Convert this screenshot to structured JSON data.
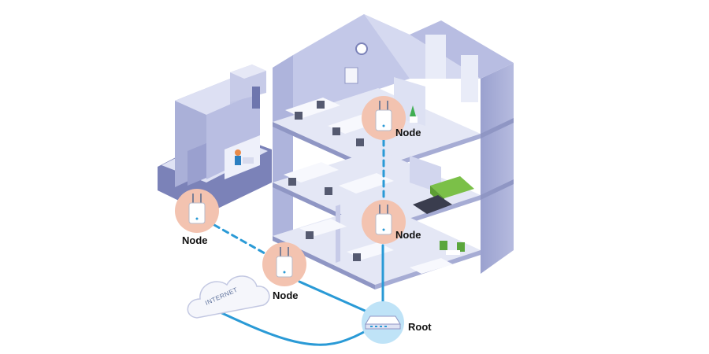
{
  "diagram": {
    "cloud_label": "INTERNET",
    "nodes": [
      {
        "id": "node-top-floor",
        "label": "Node"
      },
      {
        "id": "node-middle-floor",
        "label": "Node"
      },
      {
        "id": "node-annex",
        "label": "Node"
      },
      {
        "id": "node-ground",
        "label": "Node"
      },
      {
        "id": "root-router",
        "label": "Root"
      }
    ],
    "links": [
      {
        "from": "cloud",
        "to": "root-router",
        "type": "wired"
      },
      {
        "from": "root-router",
        "to": "node-ground",
        "type": "wired"
      },
      {
        "from": "root-router",
        "to": "node-middle-floor",
        "type": "wired"
      },
      {
        "from": "node-middle-floor",
        "to": "node-top-floor",
        "type": "wireless"
      },
      {
        "from": "node-ground",
        "to": "node-annex",
        "type": "wireless"
      }
    ],
    "colors": {
      "link": "#2a9ad6",
      "node_badge": "#f3c3b0",
      "root_badge": "#bfe3f7",
      "building": "#c9cde6",
      "building_dark": "#8f96c4"
    }
  }
}
